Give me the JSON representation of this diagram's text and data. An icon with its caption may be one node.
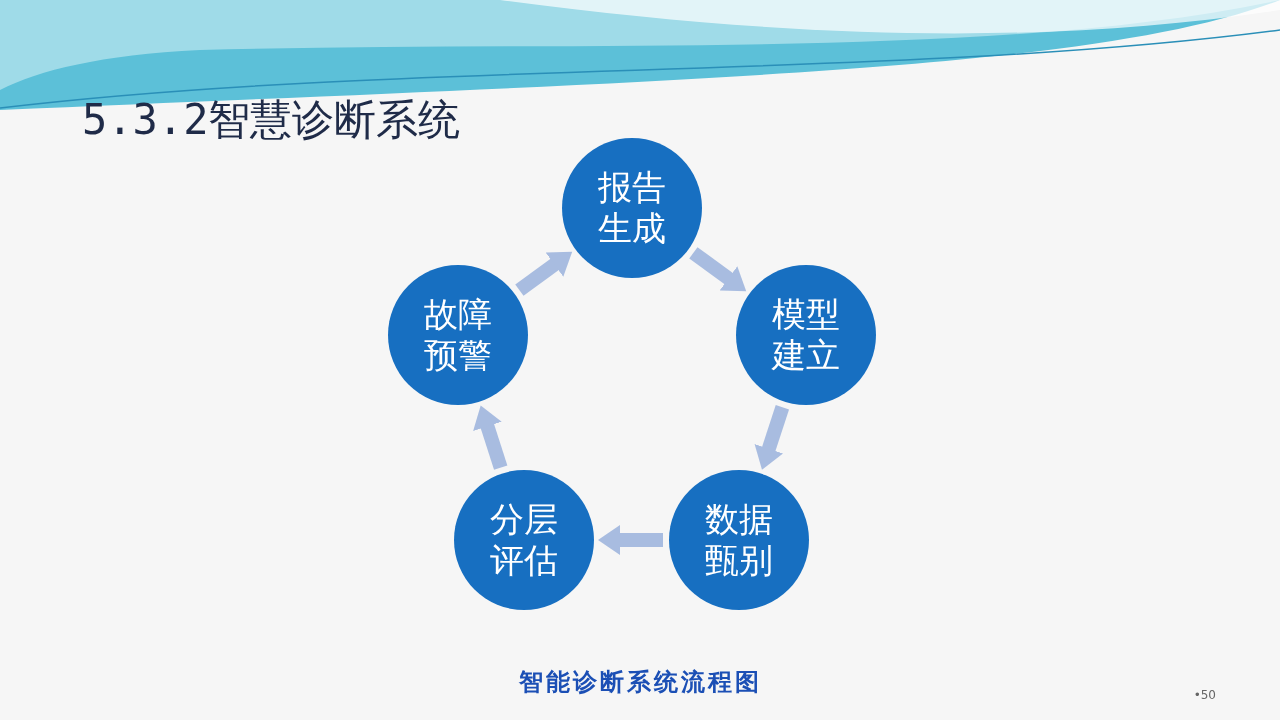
{
  "diagram": {
    "title": "5.3.2智慧诊断系统",
    "caption": "智能诊断系统流程图",
    "nodes": [
      {
        "text": [
          "报告生成"
        ]
      },
      {
        "text": [
          "模型建立"
        ]
      },
      {
        "text": [
          "数据甄别"
        ]
      },
      {
        "text": [
          "分层评估"
        ]
      },
      {
        "text": [
          "故障预警"
        ]
      }
    ],
    "edges": [
      {
        "from": 0,
        "to": 1,
        "arrow": "to"
      },
      {
        "from": 1,
        "to": 2,
        "arrow": "to"
      },
      {
        "from": 2,
        "to": 3,
        "arrow": "to"
      },
      {
        "from": 3,
        "to": 4,
        "arrow": "to"
      },
      {
        "from": 4,
        "to": 0,
        "arrow": "to"
      }
    ],
    "labels": [
      "•50"
    ]
  }
}
